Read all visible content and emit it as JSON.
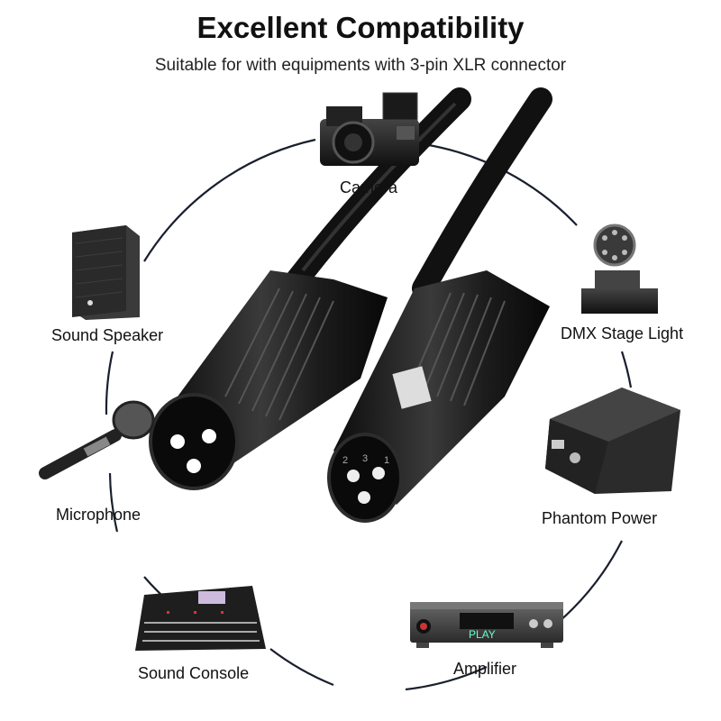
{
  "header": {
    "title": "Excellent Compatibility",
    "subtitle": "Suitable for with equipments with 3-pin XLR connector"
  },
  "devices": [
    {
      "id": "camera",
      "label": "Camera",
      "icon": "video-camera-icon"
    },
    {
      "id": "dmx",
      "label": "DMX Stage Light",
      "icon": "moving-head-light-icon"
    },
    {
      "id": "phantom",
      "label": "Phantom Power",
      "icon": "phantom-power-box-icon"
    },
    {
      "id": "amplifier",
      "label": "Amplifier",
      "icon": "amplifier-icon"
    },
    {
      "id": "console",
      "label": "Sound Console",
      "icon": "mixing-console-icon"
    },
    {
      "id": "microphone",
      "label": "Microphone",
      "icon": "microphone-icon"
    },
    {
      "id": "speaker",
      "label": "Sound Speaker",
      "icon": "speaker-icon"
    }
  ],
  "product": {
    "male_connector_icon": "xlr-male-connector-icon",
    "female_connector_icon": "xlr-female-connector-icon",
    "female_pin_numbers": [
      "2",
      "3",
      "1"
    ],
    "amplifier_display": "PLAY"
  },
  "colors": {
    "ring": "#1a1f2e",
    "connector": "#151515",
    "text": "#111111"
  }
}
